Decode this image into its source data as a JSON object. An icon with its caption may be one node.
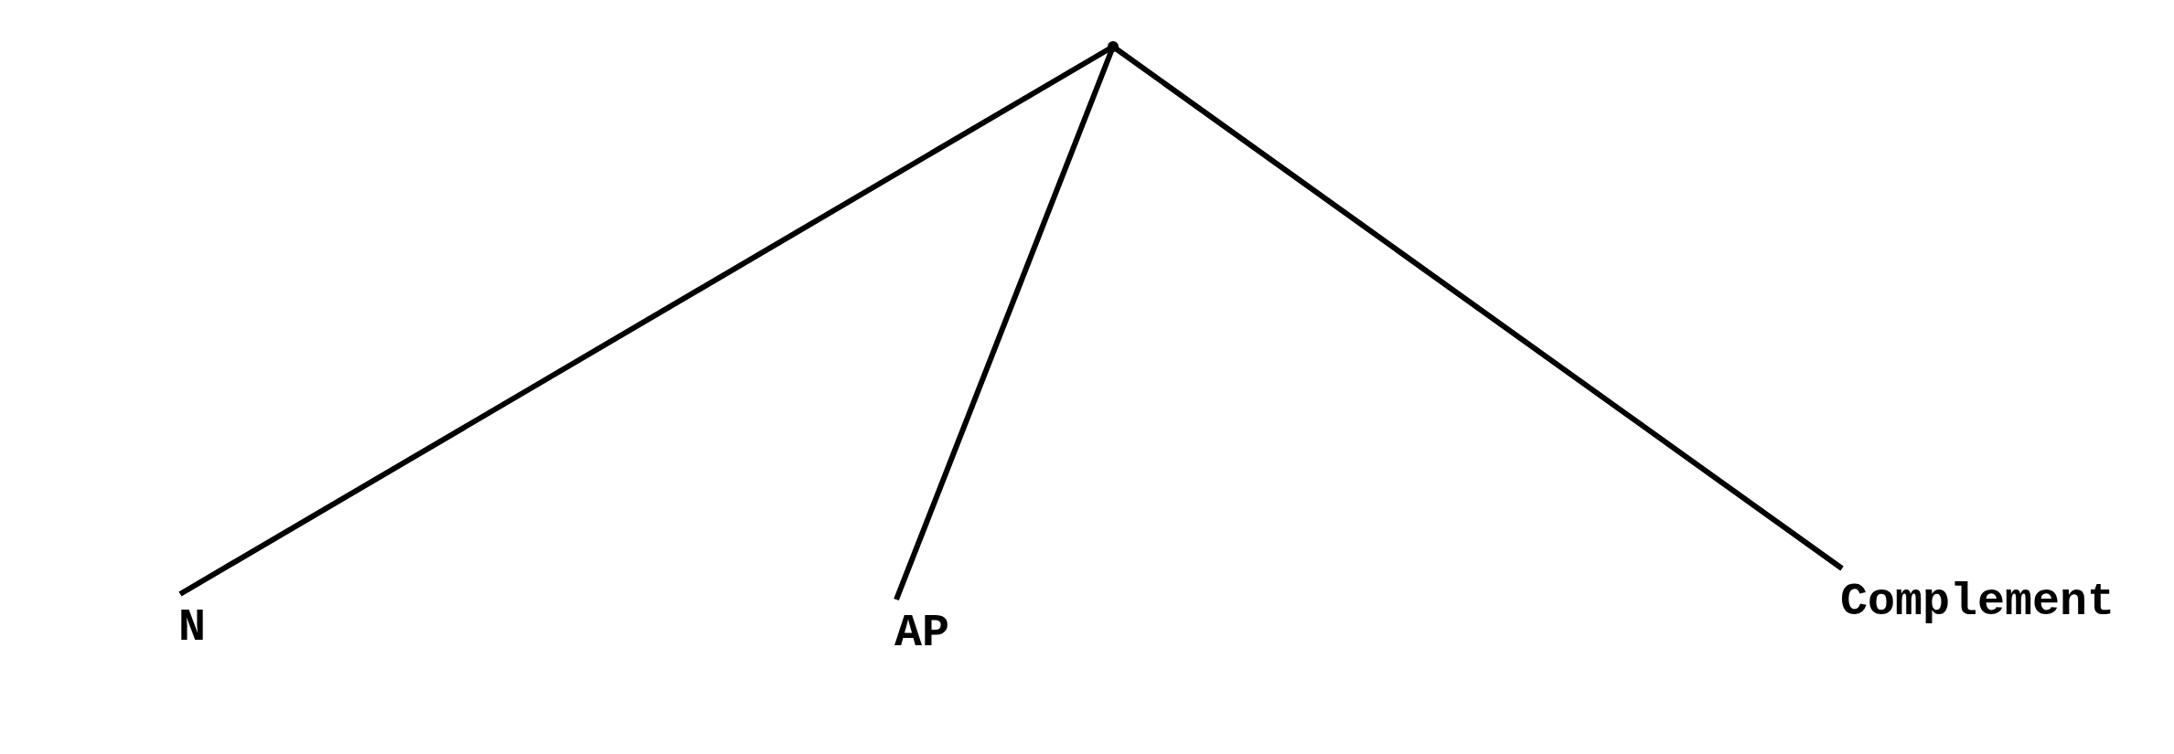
{
  "diagram": {
    "nodes": [
      {
        "text": [],
        "shape": "point"
      },
      {
        "text": [
          "N"
        ]
      },
      {
        "text": [
          "AP"
        ]
      },
      {
        "text": [
          "Complement"
        ]
      }
    ],
    "edges": [
      {
        "from": 0,
        "to": 1,
        "arrow": "none"
      },
      {
        "from": 0,
        "to": 2,
        "arrow": "none"
      },
      {
        "from": 0,
        "to": 3,
        "arrow": "none"
      }
    ]
  }
}
